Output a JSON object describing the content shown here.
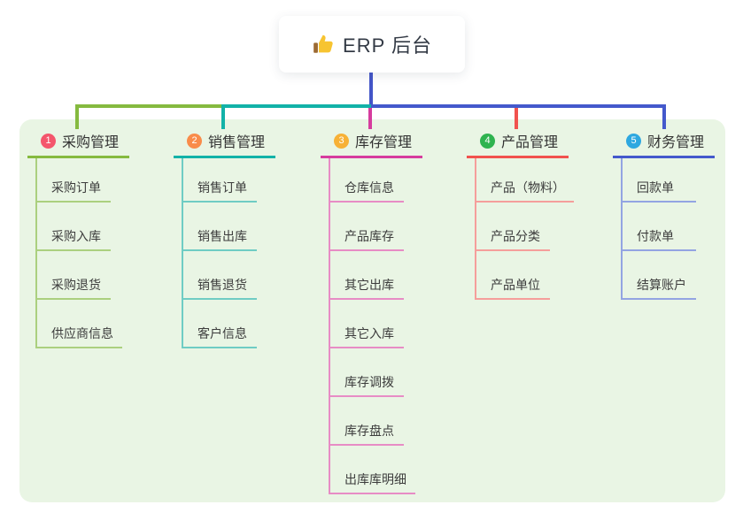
{
  "root": {
    "label": "ERP 后台",
    "icon": "thumbs-up-icon"
  },
  "panel": {
    "color": "#e9f5e4"
  },
  "root_connector": {
    "color": "#4355c8"
  },
  "branches": [
    {
      "number": "1",
      "title": "采购管理",
      "color": "#85ba3f",
      "light": "#abd07f",
      "badge": "#f4566c",
      "items": [
        "采购订单",
        "采购入库",
        "采购退货",
        "供应商信息"
      ]
    },
    {
      "number": "2",
      "title": "销售管理",
      "color": "#12b2a8",
      "light": "#6fccc4",
      "badge": "#f98c4a",
      "items": [
        "销售订单",
        "销售出库",
        "销售退货",
        "客户信息"
      ]
    },
    {
      "number": "3",
      "title": "库存管理",
      "color": "#d63c9e",
      "light": "#e78cc5",
      "badge": "#f7b136",
      "items": [
        "仓库信息",
        "产品库存",
        "其它出库",
        "其它入库",
        "库存调拨",
        "库存盘点",
        "出库库明细"
      ]
    },
    {
      "number": "4",
      "title": "产品管理",
      "color": "#f1524e",
      "light": "#f59e9b",
      "badge": "#2eb34f",
      "items": [
        "产品（物料）",
        "产品分类",
        "产品单位"
      ]
    },
    {
      "number": "5",
      "title": "财务管理",
      "color": "#4459cc",
      "light": "#93a4e2",
      "badge": "#2ea8e0",
      "items": [
        "回款单",
        "付款单",
        "结算账户"
      ]
    }
  ]
}
